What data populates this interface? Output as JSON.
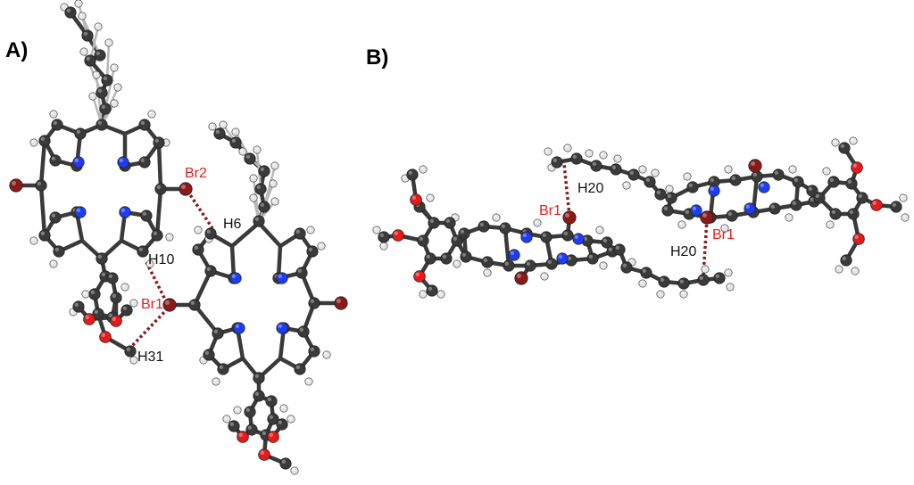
{
  "panels": [
    {
      "label": "A)"
    },
    {
      "label": "B)"
    }
  ],
  "annotations": {
    "a_br2": "Br2",
    "a_h6": "H6",
    "a_h10": "H10",
    "a_br1": "Br1",
    "a_h31": "H31",
    "b_br1_left": "Br1",
    "b_h20_left": "H20",
    "b_h20_right": "H20",
    "b_br1_right": "Br1"
  },
  "colors": {
    "carbon": "#3a3a3a",
    "hydrogen": "#e6e6e6",
    "nitrogen": "#1f3df0",
    "oxygen": "#e31b1b",
    "bromine": "#8b1a1a",
    "label_red": "#e02020",
    "label_black": "#111111"
  }
}
